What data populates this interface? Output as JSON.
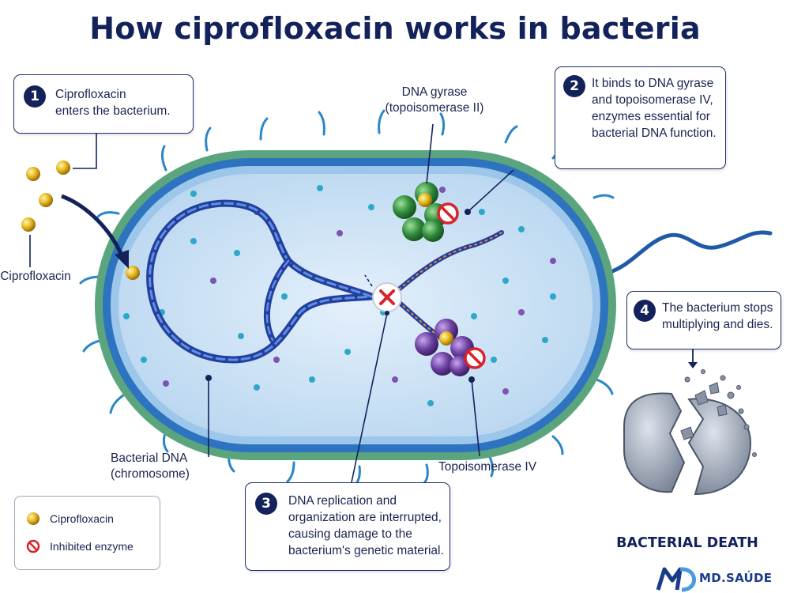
{
  "title": "How ciprofloxacin works in bacteria",
  "steps": [
    {
      "number": "1",
      "text": [
        "Ciprofloxacin",
        "enters the bacterium."
      ]
    },
    {
      "number": "2",
      "text": [
        "It binds to DNA gyrase",
        "and topoisomerase IV,",
        "enzymes essential for",
        "bacterial DNA function."
      ]
    },
    {
      "number": "3",
      "text": [
        "DNA replication and",
        "organization are interrupted,",
        "causing damage to the",
        "bacterium's genetic material."
      ]
    },
    {
      "number": "4",
      "text": [
        "The bacterium stops",
        "multiplying and dies."
      ]
    }
  ],
  "labels": {
    "ciprofloxacin": "Ciprofloxacin",
    "dna_gyrase": [
      "DNA gyrase",
      "(topoisomerase II)"
    ],
    "bacterial_dna": [
      "Bacterial DNA",
      "(chromosome)"
    ],
    "topoisomerase_iv": "Topoisomerase IV",
    "bacterial_death": "BACTERIAL DEATH"
  },
  "legend": {
    "ciprofloxacin": "Ciprofloxacin",
    "inhibited_enzyme": "Inhibited enzyme"
  },
  "brand": {
    "text": "MD.SAÚDE",
    "logo": "MD"
  },
  "colors": {
    "navy": "#13225a",
    "drug_gold": "#e0b21a",
    "gyrase_green": "#2f8a3c",
    "topo_purple": "#6b3f9e",
    "inhibit_red": "#d8232a",
    "cell_blue": "#cfe3f5",
    "membrane_teal": "#4fa07a"
  },
  "icons": [
    "inhibited-enzyme-icon",
    "x-mark-icon",
    "ciprofloxacin-molecule-icon"
  ]
}
